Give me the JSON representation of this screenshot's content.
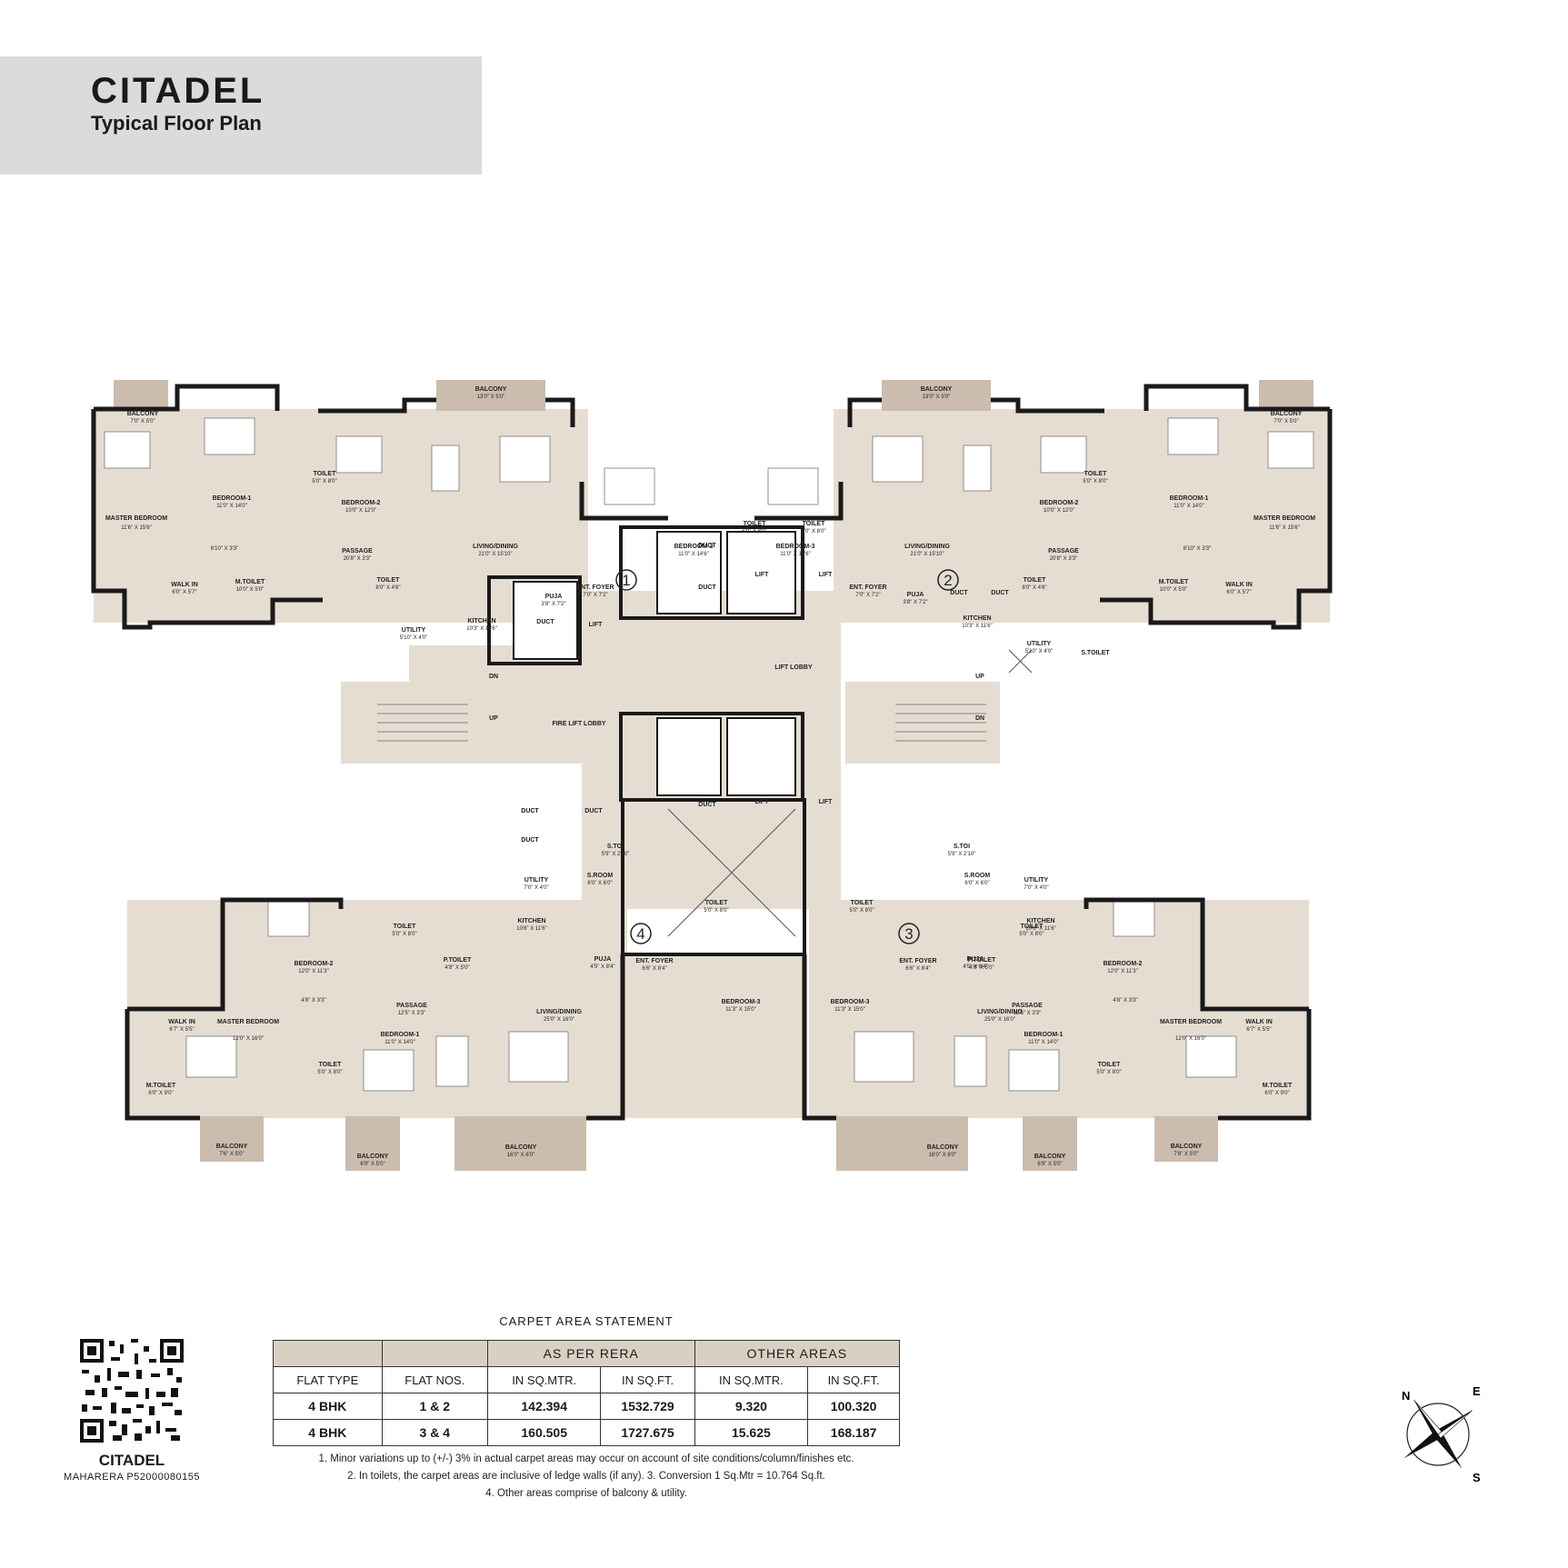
{
  "header": {
    "title": "CITADEL",
    "subtitle": "Typical Floor Plan"
  },
  "compass": {
    "n": "N",
    "e": "E",
    "s": "S"
  },
  "qr": {
    "project": "CITADEL",
    "registration": "MAHARERA P52000080155"
  },
  "flat_numbers": [
    "1",
    "2",
    "3",
    "4"
  ],
  "rooms": {
    "f1": {
      "balcony_a": {
        "label": "BALCONY",
        "dim": "7'0\" X 5'0\""
      },
      "balcony_b": {
        "label": "BALCONY",
        "dim": "13'0\" X 5'0\""
      },
      "master": {
        "label": "MASTER BEDROOM",
        "dim": "11'6\" X 15'6\""
      },
      "bed1": {
        "label": "BEDROOM-1",
        "dim": "11'0\" X 14'0\""
      },
      "toilet_a": {
        "label": "TOILET",
        "dim": "5'0\" X 8'0\""
      },
      "bed2": {
        "label": "BEDROOM-2",
        "dim": "10'0\" X 12'0\""
      },
      "living": {
        "label": "LIVING/DINING",
        "dim": "21'0\" X 15'10\""
      },
      "bed3": {
        "label": "BEDROOM-3",
        "dim": "11'0\" X 14'6\""
      },
      "passage": {
        "label": "PASSAGE",
        "dim": "20'8\" X 3'3\""
      },
      "passage2": {
        "dim": "6'10\" X 3'3\""
      },
      "walkin": {
        "label": "WALK IN",
        "dim": "6'0\" X 5'7\""
      },
      "mtoilet": {
        "label": "M.TOILET",
        "dim": "10'0\" X 5'0\""
      },
      "toilet_b": {
        "label": "TOILET",
        "dim": "8'0\" X 4'6\""
      },
      "utility": {
        "label": "UTILITY",
        "dim": "5'10\" X 4'0\""
      },
      "kitchen": {
        "label": "KITCHEN",
        "dim": "10'3\" X 11'6\""
      },
      "puja": {
        "label": "PUJA",
        "dim": "3'8\" X 7'2\""
      },
      "foyer": {
        "label": "ENT. FOYER",
        "dim": "7'0\" X 7'2\""
      },
      "toilet_c": {
        "label": "TOILET",
        "dim": "5'0\" X 8'0\""
      }
    },
    "f2": {
      "balcony_a": {
        "label": "BALCONY",
        "dim": "7'0\" X 5'0\""
      },
      "balcony_b": {
        "label": "BALCONY",
        "dim": "13'0\" X 5'0\""
      },
      "master": {
        "label": "MASTER BEDROOM",
        "dim": "11'6\" X 15'6\""
      },
      "bed1": {
        "label": "BEDROOM-1",
        "dim": "11'0\" X 14'0\""
      },
      "toilet_a": {
        "label": "TOILET",
        "dim": "5'0\" X 8'0\""
      },
      "bed2": {
        "label": "BEDROOM-2",
        "dim": "10'0\" X 12'0\""
      },
      "living": {
        "label": "LIVING/DINING",
        "dim": "21'0\" X 15'10\""
      },
      "bed3": {
        "label": "BEDROOM-3",
        "dim": "11'0\" X 14'6\""
      },
      "passage": {
        "label": "PASSAGE",
        "dim": "20'8\" X 3'3\""
      },
      "passage2": {
        "dim": "6'10\" X 3'3\""
      },
      "walkin": {
        "label": "WALK IN",
        "dim": "6'0\" X 5'7\""
      },
      "mtoilet": {
        "label": "M.TOILET",
        "dim": "10'0\" X 5'0\""
      },
      "toilet_b": {
        "label": "TOILET",
        "dim": "8'0\" X 4'6\""
      },
      "utility": {
        "label": "UTILITY",
        "dim": "5'10\" X 4'0\""
      },
      "kitchen": {
        "label": "KITCHEN",
        "dim": "10'3\" X 11'6\""
      },
      "puja": {
        "label": "PUJA",
        "dim": "3'8\" X 7'2\""
      },
      "foyer": {
        "label": "ENT. FOYER",
        "dim": "7'0\" X 7'2\""
      },
      "toilet_c": {
        "label": "TOILET",
        "dim": "5'0\" X 8'0\""
      }
    },
    "f4": {
      "bed2": {
        "label": "BEDROOM-2",
        "dim": "12'0\" X 11'3\""
      },
      "toilet_a": {
        "label": "TOILET",
        "dim": "5'0\" X 8'0\""
      },
      "ptoilet": {
        "label": "P.TOILET",
        "dim": "4'8\" X 5'0\""
      },
      "passage2": {
        "dim": "4'8\" X 3'3\""
      },
      "passage": {
        "label": "PASSAGE",
        "dim": "12'5\" X 3'3\""
      },
      "walkin": {
        "label": "WALK IN",
        "dim": "6'7\" X 5'5\""
      },
      "master": {
        "label": "MASTER BEDROOM",
        "dim": "12'0\" X 16'0\""
      },
      "mtoilet": {
        "label": "M.TOILET",
        "dim": "6'0\" X 9'0\""
      },
      "toilet_b": {
        "label": "TOILET",
        "dim": "5'0\" X 8'0\""
      },
      "bed1": {
        "label": "BEDROOM-1",
        "dim": "11'0\" X 14'0\""
      },
      "utility": {
        "label": "UTILITY",
        "dim": "7'0\" X 4'0\""
      },
      "stoilet": {
        "label": "S.TOI",
        "dim": "5'9\" X 2'10\""
      },
      "sroom": {
        "label": "S.ROOM",
        "dim": "6'0\" X 6'0\""
      },
      "kitchen": {
        "label": "KITCHEN",
        "dim": "10'6\" X 11'6\""
      },
      "puja": {
        "label": "PUJA",
        "dim": "4'5\" X 8'4\""
      },
      "foyer": {
        "label": "ENT. FOYER",
        "dim": "6'6\" X 8'4\""
      },
      "living": {
        "label": "LIVING/DINING",
        "dim": "25'0\" X 16'0\""
      },
      "toilet_c": {
        "label": "TOILET",
        "dim": "5'0\" X 8'0\""
      },
      "bed3": {
        "label": "BEDROOM-3",
        "dim": "11'3\" X 15'0\""
      },
      "balcony_a": {
        "label": "BALCONY",
        "dim": "7'6\" X 5'0\""
      },
      "balcony_b": {
        "label": "BALCONY",
        "dim": "6'9\" X 5'0\""
      },
      "balcony_c": {
        "label": "BALCONY",
        "dim": "16'0\" X 6'0\""
      }
    },
    "f3": {
      "bed2": {
        "label": "BEDROOM-2",
        "dim": "12'0\" X 11'3\""
      },
      "toilet_a": {
        "label": "TOILET",
        "dim": "5'0\" X 8'0\""
      },
      "ptoilet": {
        "label": "P.TOILET",
        "dim": "4'8\" X 5'0\""
      },
      "passage2": {
        "dim": "4'8\" X 3'3\""
      },
      "passage": {
        "label": "PASSAGE",
        "dim": "12'5\" X 3'3\""
      },
      "walkin": {
        "label": "WALK IN",
        "dim": "6'7\" X 5'5\""
      },
      "master": {
        "label": "MASTER BEDROOM",
        "dim": "12'0\" X 16'0\""
      },
      "mtoilet": {
        "label": "M.TOILET",
        "dim": "6'0\" X 9'0\""
      },
      "toilet_b": {
        "label": "TOILET",
        "dim": "5'0\" X 8'0\""
      },
      "bed1": {
        "label": "BEDROOM-1",
        "dim": "11'0\" X 14'0\""
      },
      "utility": {
        "label": "UTILITY",
        "dim": "7'0\" X 4'0\""
      },
      "stoilet": {
        "label": "S.TOI",
        "dim": "5'9\" X 2'10\""
      },
      "sroom": {
        "label": "S.ROOM",
        "dim": "6'0\" X 6'0\""
      },
      "kitchen": {
        "label": "KITCHEN",
        "dim": "10'6\" X 11'6\""
      },
      "puja": {
        "label": "PUJA",
        "dim": "4'5\" X 8'4\""
      },
      "foyer": {
        "label": "ENT. FOYER",
        "dim": "6'6\" X 8'4\""
      },
      "living": {
        "label": "LIVING/DINING",
        "dim": "25'0\" X 16'0\""
      },
      "toilet_c": {
        "label": "TOILET",
        "dim": "5'0\" X 8'0\""
      },
      "bed3": {
        "label": "BEDROOM-3",
        "dim": "11'3\" X 15'0\""
      },
      "balcony_a": {
        "label": "BALCONY",
        "dim": "7'6\" X 5'0\""
      },
      "balcony_b": {
        "label": "BALCONY",
        "dim": "6'9\" X 5'0\""
      },
      "balcony_c": {
        "label": "BALCONY",
        "dim": "16'0\" X 6'0\""
      }
    },
    "core": {
      "duct": "DUCT",
      "lift": "LIFT",
      "lift_lobby": "LIFT LOBBY",
      "fire_lift_lobby": "FIRE LIFT LOBBY",
      "dn": "DN",
      "up": "UP",
      "stoilet": "S.TOILET"
    }
  },
  "area_table": {
    "caption": "CARPET AREA STATEMENT",
    "group_headers": [
      "AS PER RERA",
      "OTHER AREAS"
    ],
    "columns": [
      "FLAT TYPE",
      "FLAT NOS.",
      "IN SQ.MTR.",
      "IN SQ.FT.",
      "IN SQ.MTR.",
      "IN SQ.FT."
    ],
    "rows": [
      [
        "4 BHK",
        "1 & 2",
        "142.394",
        "1532.729",
        "9.320",
        "100.320"
      ],
      [
        "4 BHK",
        "3 & 4",
        "160.505",
        "1727.675",
        "15.625",
        "168.187"
      ]
    ]
  },
  "notes": [
    "1. Minor variations up to (+/-) 3% in actual carpet areas may occur on account of site conditions/column/finishes etc.",
    "2. In toilets, the carpet areas are inclusive of ledge walls (if any). 3. Conversion 1 Sq.Mtr = 10.764 Sq.ft.",
    "4. Other areas comprise of balcony & utility."
  ],
  "colors": {
    "floor": "#e6ddd2",
    "balcony": "#cbbcae",
    "wall": "#1a1a1a",
    "header_bg": "#dcdbdc",
    "table_head": "#d9d0c4"
  }
}
